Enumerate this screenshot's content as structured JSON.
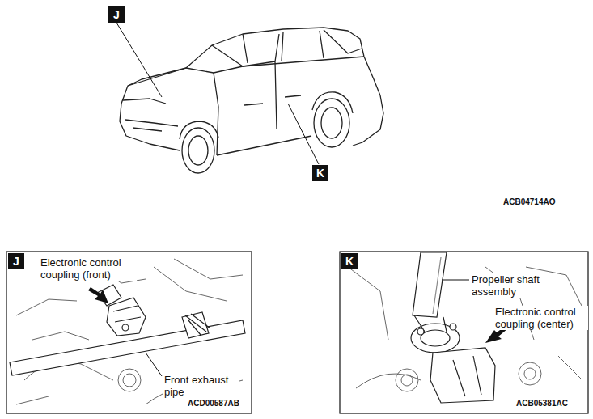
{
  "diagram": {
    "nodes": [
      {
        "text": [
          "J"
        ]
      },
      {
        "text": [
          "K"
        ]
      },
      {
        "text": [
          "J"
        ]
      },
      {
        "text": [
          "K"
        ]
      }
    ],
    "labels": [
      "ACB04714AO",
      "Electronic control coupling (front)",
      "Front exhaust pipe",
      "ACD00587AB",
      "Propeller shaft assembly",
      "Electronic control coupling (center)",
      "ACB05381AC"
    ]
  }
}
